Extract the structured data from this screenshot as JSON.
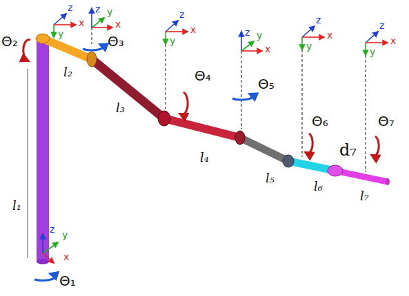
{
  "diagram": {
    "labels": [
      "z",
      "x",
      "y",
      "Θ₂",
      "z",
      "y",
      "x",
      "Θ₃",
      "z",
      "x",
      "y",
      "Θ₄",
      "z",
      "y",
      "x",
      "Θ₅",
      "z",
      "x",
      "y",
      "Θ₆",
      "z",
      "x",
      "y",
      "d₇",
      "Θ₇",
      "l₂",
      "l₃",
      "l₄",
      "l₅",
      "l₆",
      "l₇",
      "l₁",
      "z",
      "y",
      "x",
      "Θ₁"
    ]
  }
}
